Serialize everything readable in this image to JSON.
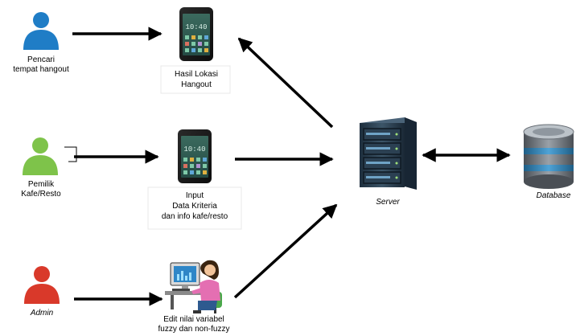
{
  "actors": {
    "pencari": {
      "line1": "Pencari",
      "line2": "tempat hangout",
      "color": "#1f7dc6"
    },
    "pemilik": {
      "line1": "Pemilik",
      "line2": "Kafe/Resto",
      "color": "#7ec34a"
    },
    "admin": {
      "label": "Admin",
      "color": "#d9392a"
    }
  },
  "devices": {
    "phone_screen_text": "10:40",
    "hasil": {
      "line1": "Hasil Lokasi",
      "line2": "Hangout"
    },
    "input": {
      "line1": "Input",
      "line2": "Data Kriteria",
      "line3": "dan info kafe/resto"
    },
    "edit": {
      "line1": "Edit nilai variabel",
      "line2": "fuzzy dan non-fuzzy"
    }
  },
  "server": {
    "label": "Server"
  },
  "database": {
    "label": "Database"
  },
  "icons": [
    "user-icon",
    "smartphone-icon",
    "computer-user-icon",
    "server-rack-icon",
    "database-icon"
  ]
}
